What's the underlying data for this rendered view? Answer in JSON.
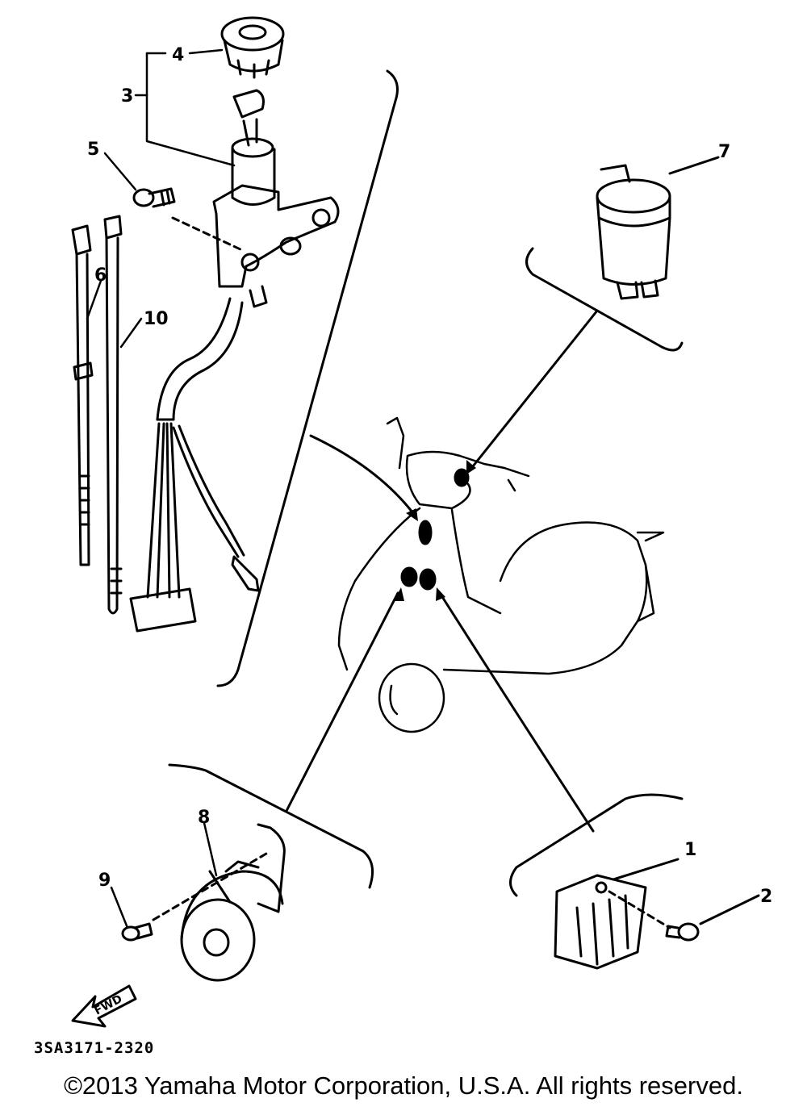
{
  "diagram_code": "3SA3171-2320",
  "copyright": "©2013 Yamaha Motor Corporation, U.S.A. All rights reserved.",
  "fwd_label": "FWD",
  "callouts": [
    "1",
    "2",
    "3",
    "4",
    "5",
    "6",
    "7",
    "8",
    "9",
    "10"
  ],
  "colors": {
    "ink": "#000000",
    "paper": "#ffffff"
  }
}
